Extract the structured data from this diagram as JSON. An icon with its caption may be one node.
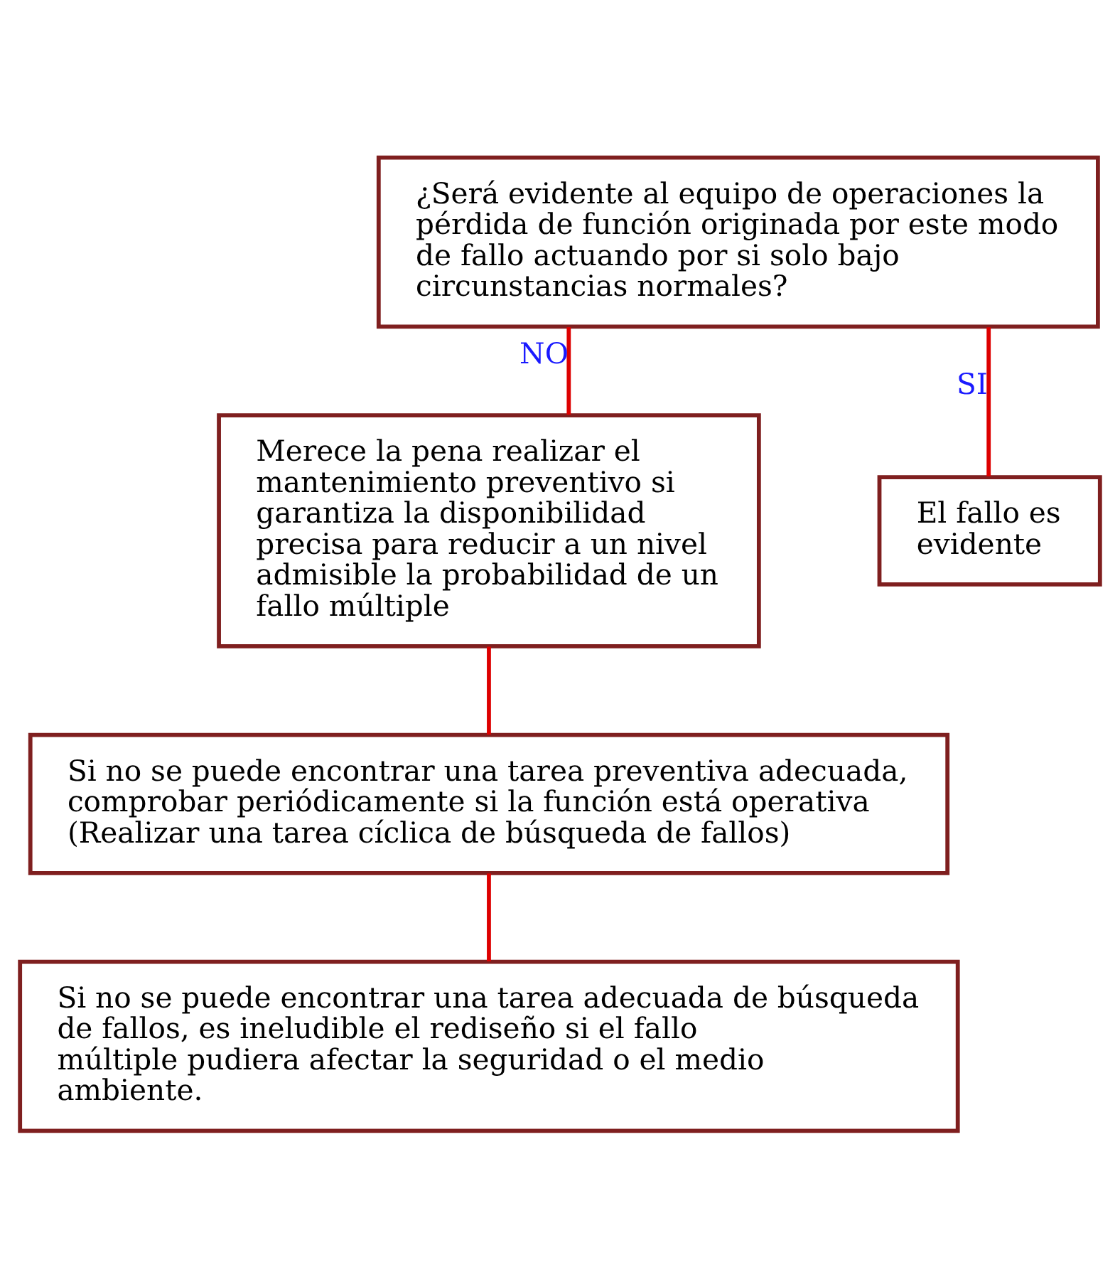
{
  "diagram": {
    "nodes": [
      {
        "text": [
          "¿Será evidente al equipo de operaciones la pérdida de función originada por este modo de fallo actuando por si solo bajo circunstancias normales?"
        ]
      },
      {
        "text": [
          "Merece la pena realizar el mantenimiento preventivo si garantiza la disponibilidad precisa para reducir a un nivel admisible la probabilidad de un fallo múltiple"
        ]
      },
      {
        "text": [
          "El fallo es evidente"
        ]
      },
      {
        "text": [
          "Si no se puede encontrar una tarea preventiva adecuada, comprobar periódicamente si la función está operativa (Realizar una tarea cíclica de búsqueda de fallos)"
        ]
      },
      {
        "text": [
          "Si no se puede encontrar una tarea adecuada de búsqueda de fallos, es ineludible el rediseño si el fallo múltiple pudiera afectar la seguridad o el medio ambiente."
        ]
      }
    ],
    "edges": [
      {
        "from": 0,
        "to": 1,
        "arrow": "none",
        "label": "NO"
      },
      {
        "from": 0,
        "to": 2,
        "arrow": "none",
        "label": "SI"
      },
      {
        "from": 1,
        "to": 3,
        "arrow": "none"
      },
      {
        "from": 3,
        "to": 4,
        "arrow": "none"
      }
    ]
  }
}
